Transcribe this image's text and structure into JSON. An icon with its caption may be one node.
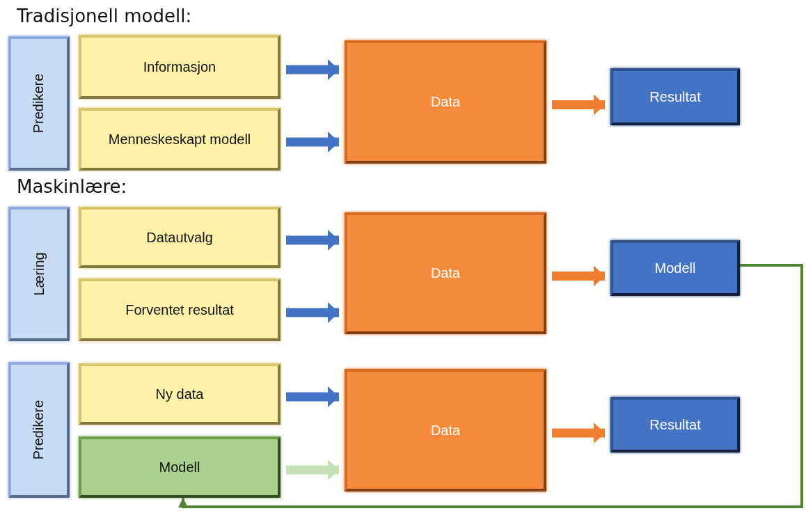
{
  "diagram": {
    "nodes": [
      {
        "text": [
          "Predikere"
        ]
      },
      {
        "text": [
          "Informasjon"
        ]
      },
      {
        "text": [
          "Menneskeskapt modell"
        ]
      },
      {
        "text": [
          "Data"
        ]
      },
      {
        "text": [
          "Resultat"
        ]
      },
      {
        "text": [
          "Læring"
        ]
      },
      {
        "text": [
          "Datautvalg"
        ]
      },
      {
        "text": [
          "Forventet resultat"
        ]
      },
      {
        "text": [
          "Data"
        ]
      },
      {
        "text": [
          "Modell"
        ]
      },
      {
        "text": [
          "Predikere"
        ]
      },
      {
        "text": [
          "Ny data"
        ]
      },
      {
        "text": [
          "Modell"
        ]
      },
      {
        "text": [
          "Data"
        ]
      },
      {
        "text": [
          "Resultat"
        ]
      }
    ],
    "edges": [
      {
        "from": 1,
        "to": 3,
        "arrow": "to"
      },
      {
        "from": 2,
        "to": 3,
        "arrow": "to"
      },
      {
        "from": 3,
        "to": 4,
        "arrow": "to",
        "color": "#ed7d31"
      },
      {
        "from": 6,
        "to": 8,
        "arrow": "to"
      },
      {
        "from": 7,
        "to": 8,
        "arrow": "to"
      },
      {
        "from": 8,
        "to": 9,
        "arrow": "to",
        "color": "#ed7d31"
      },
      {
        "from": 11,
        "to": 13,
        "arrow": "to"
      },
      {
        "from": 12,
        "to": 13,
        "arrow": "to",
        "color": "#c5e0b4"
      },
      {
        "from": 13,
        "to": 14,
        "arrow": "to",
        "color": "#ed7d31"
      },
      {
        "from": 9,
        "to": 12,
        "arrow": "to",
        "color": "#548235"
      }
    ],
    "labels": [
      "Tradisjonell modell:",
      "Maskinlære:"
    ]
  }
}
